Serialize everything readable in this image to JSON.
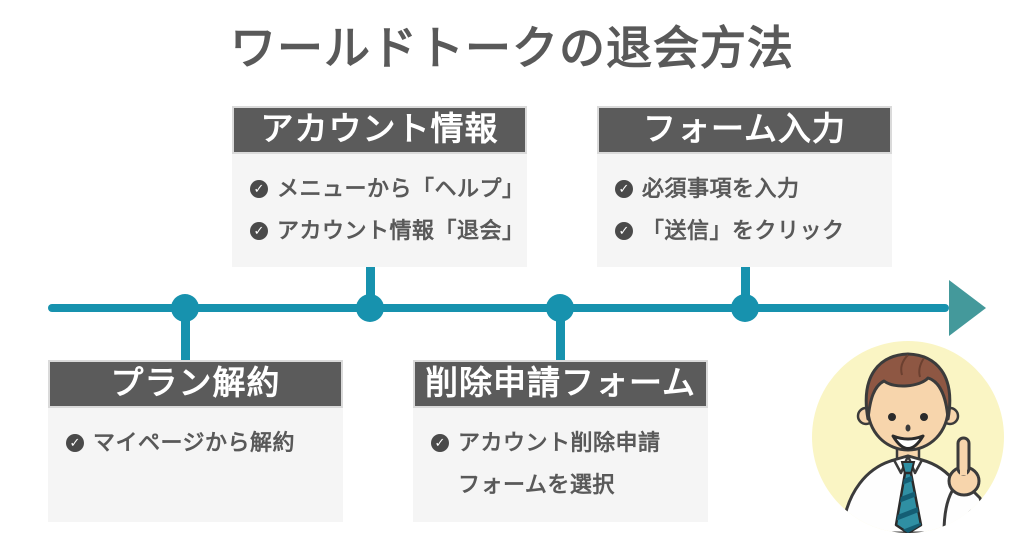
{
  "title": "ワールドトークの退会方法",
  "colors": {
    "accent": "#1792ae",
    "arrowhead": "#44999b",
    "header-bg": "#5b5b5b",
    "header-text": "#ffffff",
    "body-bg": "#f5f5f5",
    "text": "#595959",
    "check-bg": "#4a4a4a",
    "circle-bg": "#faf5c4"
  },
  "steps": [
    {
      "title": "プラン解約",
      "position": "below-timeline",
      "items": [
        "マイページから解約"
      ]
    },
    {
      "title": "アカウント情報",
      "position": "above-timeline",
      "items": [
        "メニューから「ヘルプ」",
        "アカウント情報「退会」"
      ]
    },
    {
      "title": "削除申請フォーム",
      "position": "below-timeline",
      "items": [
        "アカウント削除申請\nフォームを選択"
      ]
    },
    {
      "title": "フォーム入力",
      "position": "above-timeline",
      "items": [
        "必須事項を入力",
        "「送信」をクリック"
      ]
    }
  ],
  "check_icon_glyph": "✓",
  "illustration": "pointing-man-avatar"
}
